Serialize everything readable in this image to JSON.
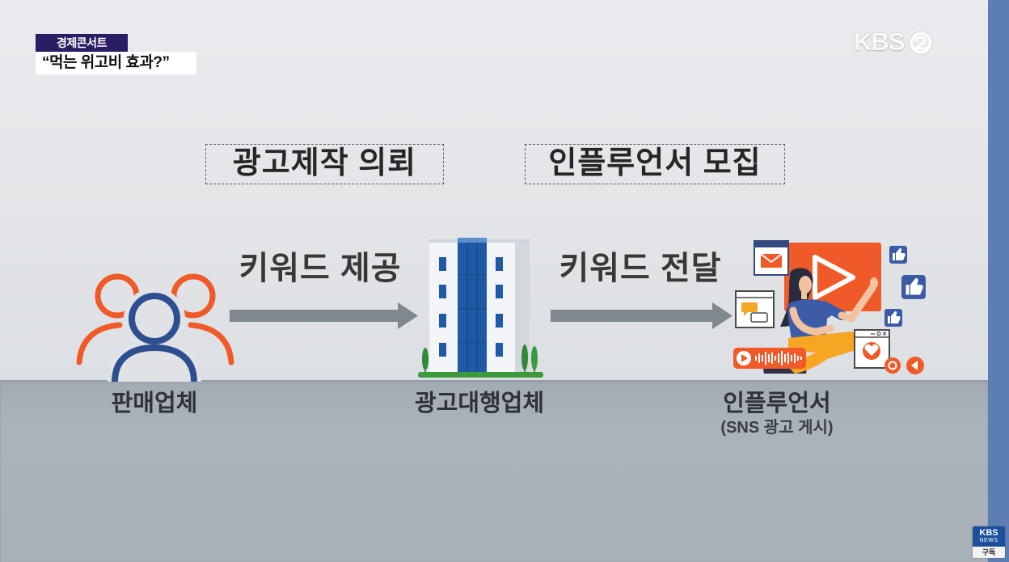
{
  "header": {
    "program_badge": "경제콘서트",
    "headline": "“먹는 위고비 효과?”"
  },
  "logo": {
    "text": "KBS",
    "icon": "kbs2-emblem-icon"
  },
  "flow": {
    "upper_labels": [
      "광고제작 의뢰",
      "인플루언서 모집"
    ],
    "arrow_labels": [
      "키워드 제공",
      "키워드 전달"
    ],
    "nodes": [
      {
        "label": "판매업체",
        "icon": "people-group-icon"
      },
      {
        "label": "광고대행업체",
        "icon": "office-building-icon"
      },
      {
        "label": "인플루언서",
        "sublabel": "(SNS 광고 게시)",
        "icon": "influencer-social-media-icon"
      }
    ]
  },
  "subscribe": {
    "brand": "KBS",
    "sub": "NEWS",
    "action": "구독"
  },
  "colors": {
    "accent_orange": "#f05a28",
    "accent_blue": "#2e4f8f",
    "arrow_gray": "#7f878f",
    "side_strip": "#5c7eb4",
    "program_badge": "#2a1d63",
    "like_blue": "#3b5ba5",
    "building_blue": "#1e5aa6"
  }
}
